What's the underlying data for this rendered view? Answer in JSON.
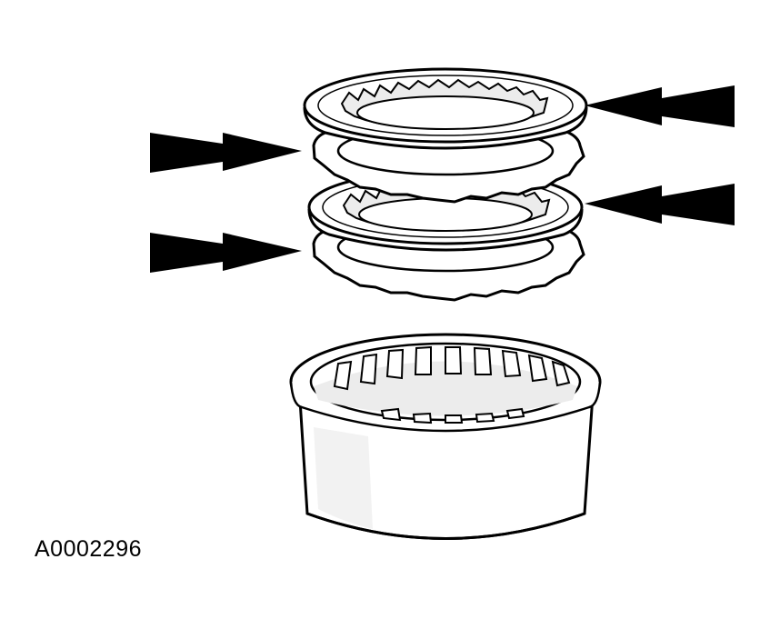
{
  "figure": {
    "id_label": "A0002296"
  },
  "colors": {
    "line": "#000000",
    "fill": "#ffffff",
    "shade": "#e9e9e9"
  },
  "parts": [
    "friction-plate",
    "steel-plate",
    "friction-plate",
    "steel-plate",
    "clutch-drum"
  ],
  "arrows": [
    {
      "direction": "left",
      "points_to": "friction-plate"
    },
    {
      "direction": "right",
      "points_to": "steel-plate"
    },
    {
      "direction": "left",
      "points_to": "friction-plate"
    },
    {
      "direction": "right",
      "points_to": "steel-plate"
    }
  ]
}
